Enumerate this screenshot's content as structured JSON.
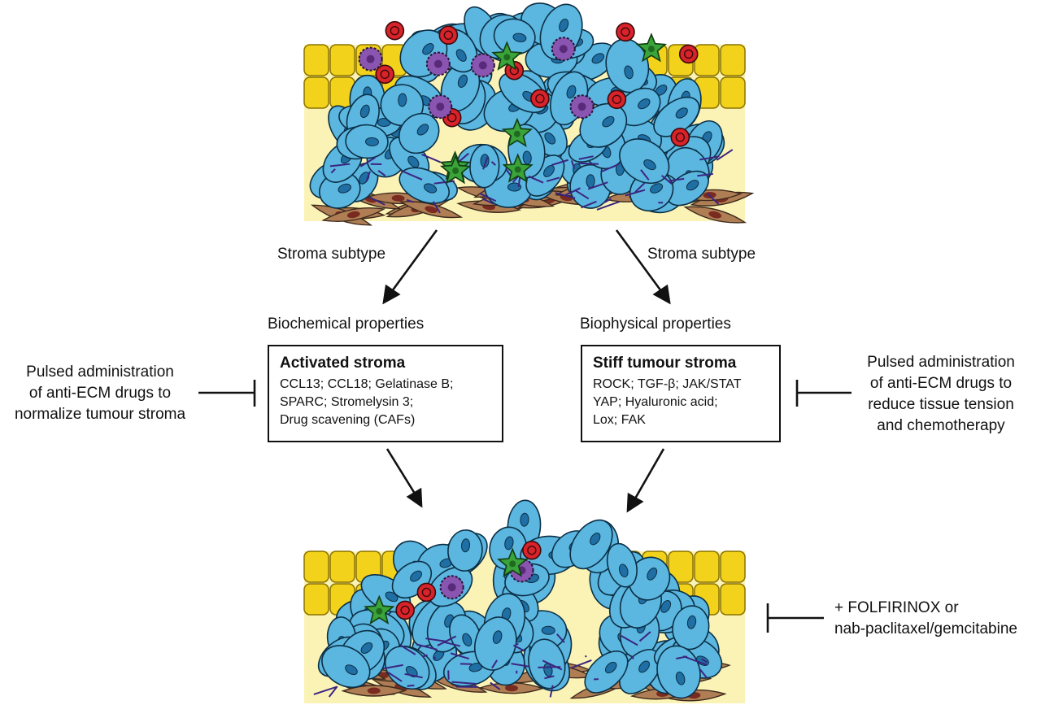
{
  "labels": {
    "left_subtype": "Stroma subtype",
    "right_subtype": "Stroma subtype",
    "left_property": "Biochemical properties",
    "right_property": "Biophysical properties"
  },
  "left_box": {
    "title": "Activated stroma",
    "lines": [
      "CCL13; CCL18; Gelatinase B;",
      "SPARC; Stromelysin 3;",
      "Drug scavening (CAFs)"
    ]
  },
  "right_box": {
    "title": "Stiff tumour stroma",
    "lines": [
      "ROCK; TGF-β; JAK/STAT",
      "YAP; Hyaluronic acid;",
      "Lox; FAK"
    ]
  },
  "left_intervention": [
    "Pulsed administration",
    "of anti-ECM drugs to",
    "normalize tumour stroma"
  ],
  "right_intervention": [
    "Pulsed administration",
    "of anti-ECM drugs to",
    "reduce tissue tension",
    "and chemotherapy"
  ],
  "bottom_intervention": [
    "+ FOLFIRINOX or",
    "nab-paclitaxel/gemcitabine"
  ],
  "colors": {
    "tumour_cell": "#5bb6e0",
    "tumour_cell_dark": "#1c6f9c",
    "nucleus": "#1f6fa4",
    "epithelium": "#f2d21a",
    "epithelium_edge": "#8a7300",
    "tissue_bg": "#fbf3b6",
    "fibroblast": "#b07e55",
    "fibroblast_nucleus": "#7a2b20",
    "collagen": "#3b2580",
    "immune_red": "#d8232a",
    "immune_purple": "#8a55b0",
    "stellate_green": "#3aa33a"
  }
}
